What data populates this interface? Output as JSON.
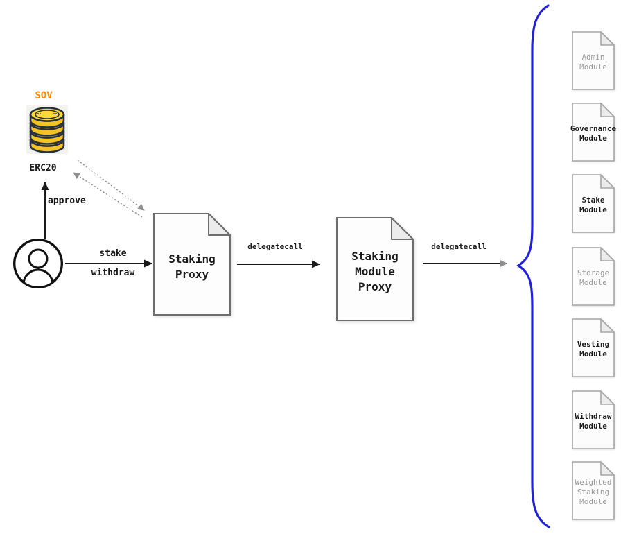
{
  "token": {
    "symbol": "SOV",
    "standard_label": "ERC20",
    "icon": "coin-stack-icon"
  },
  "user": {
    "icon": "user-icon"
  },
  "edges": {
    "approve_label": "approve",
    "stake_label": "stake",
    "withdraw_label": "withdraw",
    "delegatecall_1_label": "delegatecall",
    "delegatecall_2_label": "delegatecall"
  },
  "nodes": {
    "staking_proxy": {
      "label": "Staking\nProxy",
      "shape": "document"
    },
    "staking_module_proxy": {
      "label": "Staking\nModule\nProxy",
      "shape": "document"
    }
  },
  "modules": [
    {
      "label": "Admin\nModule",
      "muted": true
    },
    {
      "label": "Governance\nModule",
      "muted": false
    },
    {
      "label": "Stake\nModule",
      "muted": false
    },
    {
      "label": "Storage\nModule",
      "muted": true
    },
    {
      "label": "Vesting\nModule",
      "muted": false
    },
    {
      "label": "Withdraw\nModule",
      "muted": false
    },
    {
      "label": "Weighted\nStaking\nModule",
      "muted": true
    }
  ],
  "colors": {
    "brace": "#2121DC",
    "token_accent": "#FF8A00",
    "muted_text": "#999999",
    "arrow_black": "#1a1a1a",
    "dotted_arrow_gray": "#8f8f8f",
    "coin_gold": "#FFD83B",
    "coin_side": "#F4C224",
    "coin_outline": "#26303F"
  }
}
